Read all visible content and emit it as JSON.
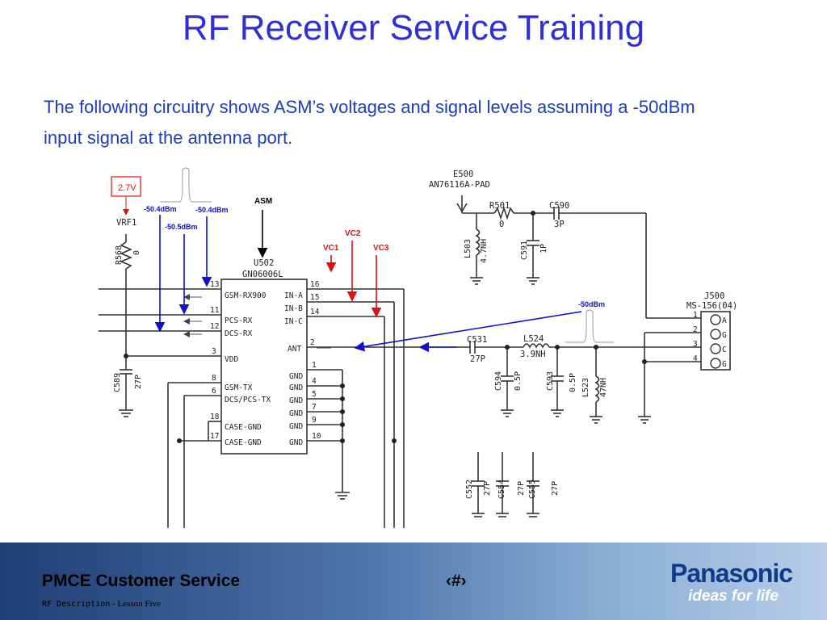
{
  "slide": {
    "title": "RF Receiver Service Training",
    "subtitle": "The following circuitry shows ASM’s voltages and signal levels assuming a -50dBm input signal at the antenna port."
  },
  "schematic": {
    "antenna": {
      "ref": "E500",
      "part": "AN76116A-PAD"
    },
    "switch": {
      "ref": "U502",
      "part": "GN06006L"
    },
    "connector": {
      "ref": "J500",
      "part": "MS-156(04)",
      "pins": [
        "1",
        "2",
        "3",
        "4"
      ],
      "letters": [
        "A",
        "G",
        "C",
        "G"
      ]
    },
    "supply": {
      "net": "VRF1"
    },
    "callouts": {
      "voltage": "2.7V",
      "gsm_rx": "-50.4dBm",
      "pcs_rx": "-50.5dBm",
      "dcs_rx": "-50.4dBm",
      "asm": "ASM",
      "vc1": "VC1",
      "vc2": "VC2",
      "vc3": "VC3",
      "ant_in": "-50dBm"
    },
    "pins_left": [
      {
        "num": "13",
        "name": "GSM-RX900"
      },
      {
        "num": "11",
        "name": "PCS-RX"
      },
      {
        "num": "12",
        "name": "DCS-RX"
      },
      {
        "num": "3",
        "name": "VDD"
      },
      {
        "num": "8",
        "name": "GSM-TX"
      },
      {
        "num": "6",
        "name": "DCS/PCS-TX"
      },
      {
        "num": "18",
        "name": "CASE-GND"
      },
      {
        "num": "17",
        "name": "CASE-GND"
      }
    ],
    "pins_right": [
      {
        "num": "16",
        "name": "IN-A"
      },
      {
        "num": "15",
        "name": "IN-B"
      },
      {
        "num": "14",
        "name": "IN-C"
      },
      {
        "num": "2",
        "name": "ANT"
      },
      {
        "num": "1",
        "name": "GND"
      },
      {
        "num": "4",
        "name": "GND"
      },
      {
        "num": "5",
        "name": "GND"
      },
      {
        "num": "7",
        "name": "GND"
      },
      {
        "num": "9",
        "name": "GND"
      },
      {
        "num": "10",
        "name": "GND"
      }
    ],
    "components": [
      {
        "ref": "R568",
        "value": "0"
      },
      {
        "ref": "C589",
        "value": "27P"
      },
      {
        "ref": "R501",
        "value": "0"
      },
      {
        "ref": "C590",
        "value": "3P"
      },
      {
        "ref": "L503",
        "value": "4.7NH"
      },
      {
        "ref": "C591",
        "value": "1P"
      },
      {
        "ref": "C531",
        "value": "27P"
      },
      {
        "ref": "L524",
        "value": "3.9NH"
      },
      {
        "ref": "C594",
        "value": "0.5P"
      },
      {
        "ref": "C593",
        "value": "0.5P"
      },
      {
        "ref": "L523",
        "value": "47NH"
      },
      {
        "ref": "C552",
        "value": "27P"
      },
      {
        "ref": "C554",
        "value": "27P"
      },
      {
        "ref": "C555",
        "value": "27P"
      }
    ]
  },
  "footer": {
    "title": "PMCE Customer Service",
    "slide_number": "‹#›",
    "sub_mono": "RF Description",
    "sub_serif": " - Lesson Five",
    "brand": "Panasonic",
    "tagline": "ideas for life"
  },
  "colors": {
    "title": "#2f2fd8",
    "subtitle": "#1a3fb8",
    "callout_blue": "#1010c8",
    "callout_red": "#e01010",
    "wire": "#333333"
  }
}
